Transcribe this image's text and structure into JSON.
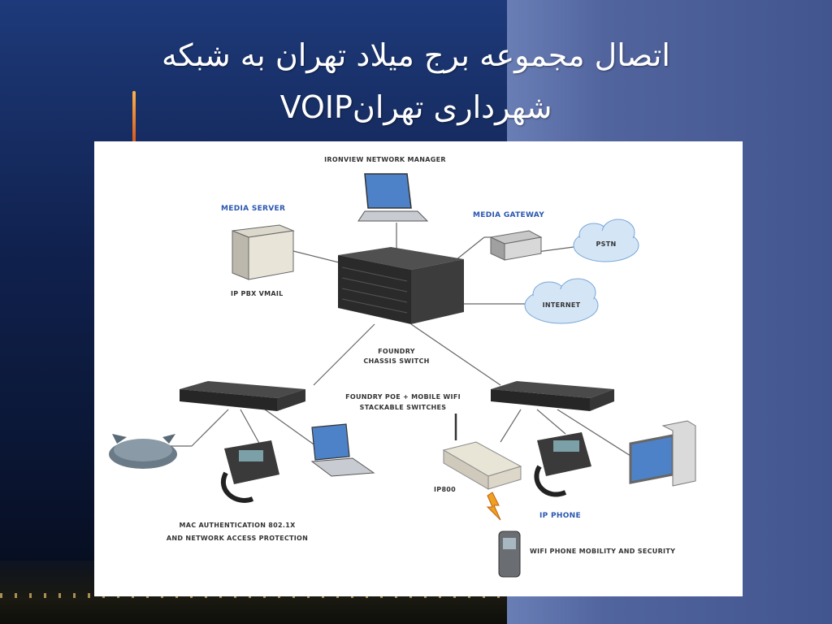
{
  "slide": {
    "title_line1": "اتصال مجموعه برج میلاد تهران به شبکه",
    "title_line2": "VOIPشهرداری تهران"
  },
  "diagram": {
    "labels": {
      "network_manager": "IRONVIEW NETWORK MANAGER",
      "media_server": "MEDIA SERVER",
      "ip_pbx": "IP PBX VMAIL",
      "media_gateway": "MEDIA GATEWAY",
      "pstn": "PSTN",
      "internet": "INTERNET",
      "chassis_1": "FOUNDRY",
      "chassis_2": "CHASSIS SWITCH",
      "stack_1": "FOUNDRY POE + MOBILE WIFI",
      "stack_2": "STACKABLE SWITCHES",
      "ip_wifi": "IP800",
      "ip_phone": "IP PHONE",
      "mac_auth_1": "MAC AUTHENTICATION 802.1X",
      "mac_auth_2": "AND NETWORK ACCESS PROTECTION",
      "wifi_phone": "WIFI PHONE MOBILITY AND SECURITY"
    }
  }
}
